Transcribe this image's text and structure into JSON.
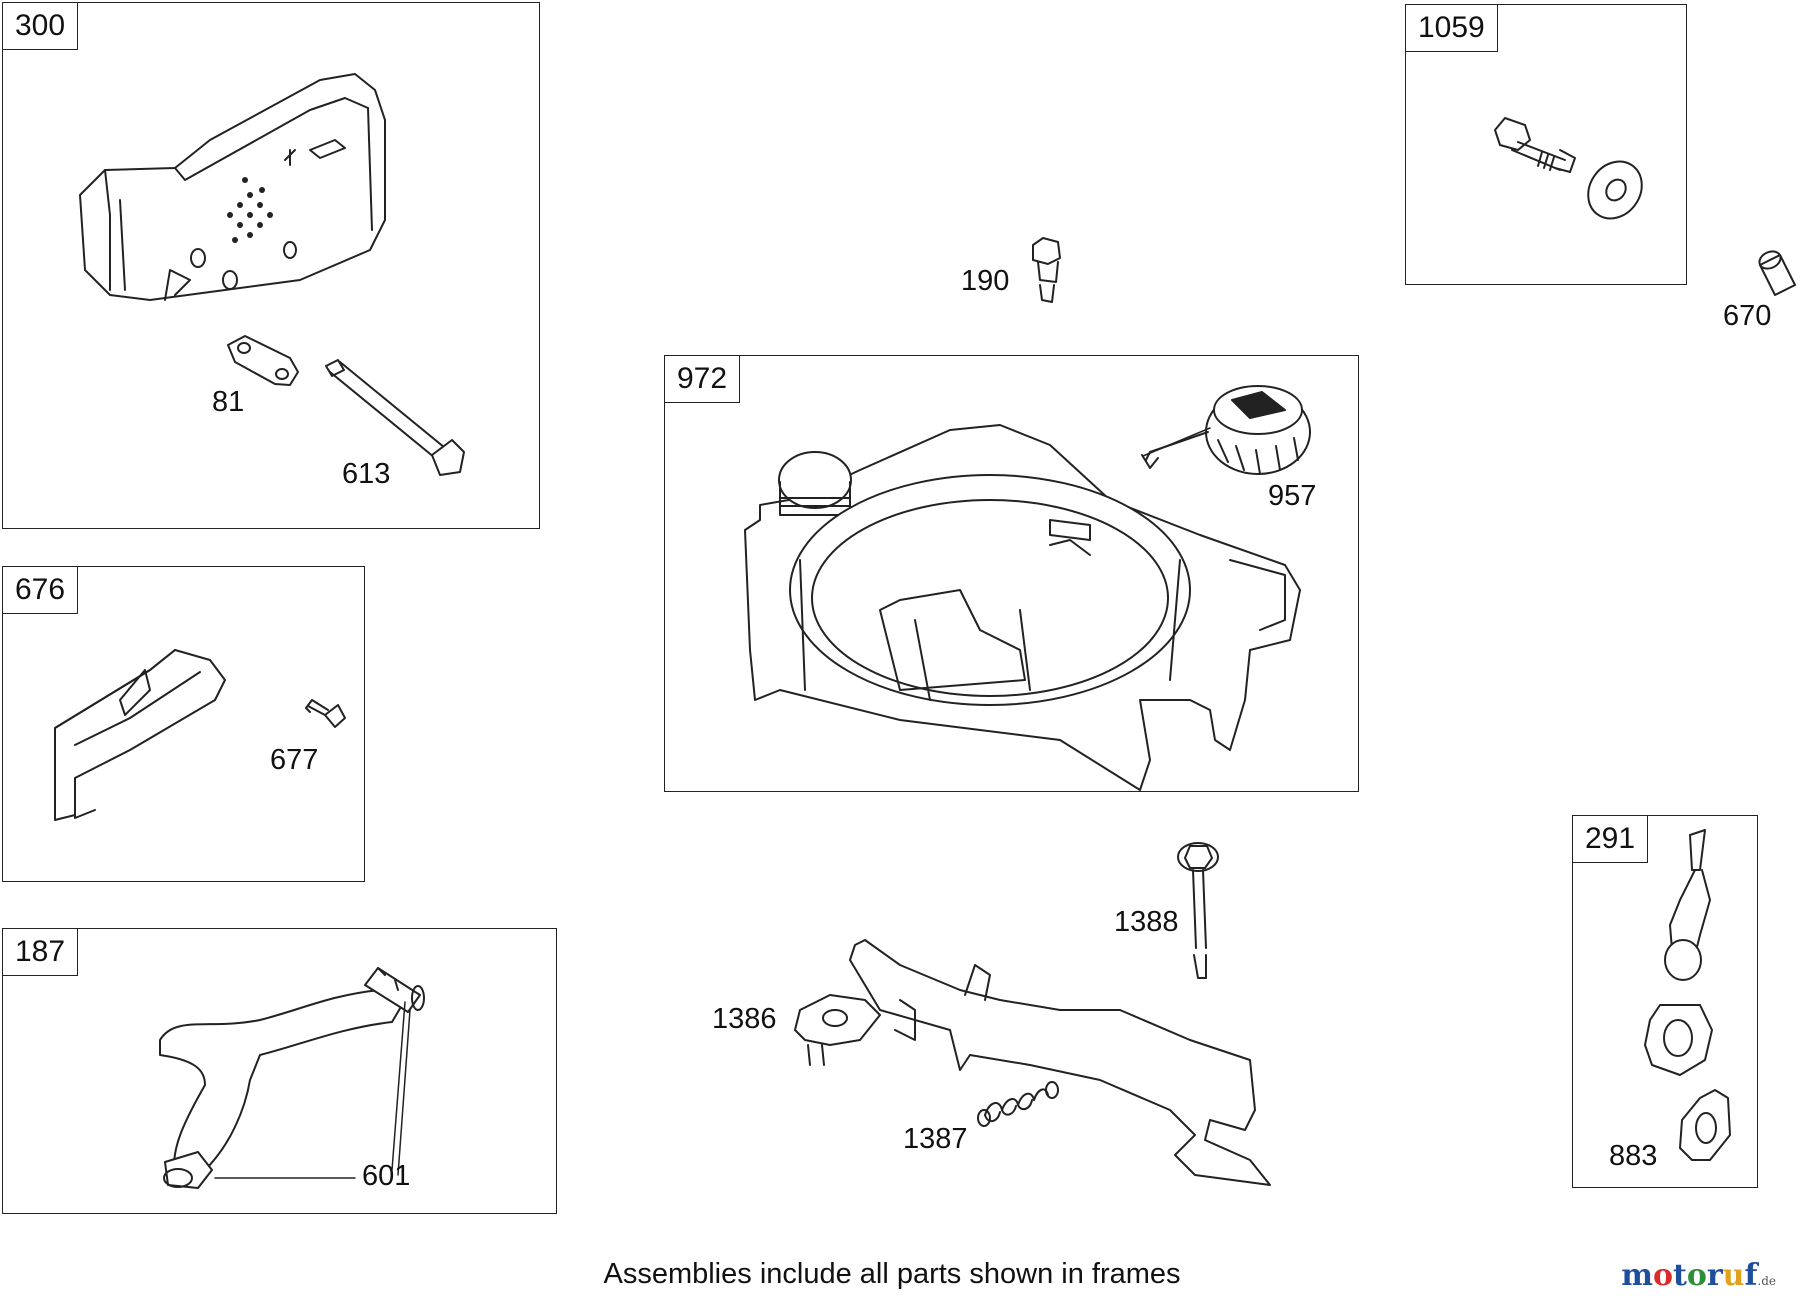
{
  "frames": [
    {
      "id": "300"
    },
    {
      "id": "1059"
    },
    {
      "id": "972"
    },
    {
      "id": "676"
    },
    {
      "id": "187"
    },
    {
      "id": "291"
    }
  ],
  "callouts": {
    "c81": "81",
    "c613": "613",
    "c190": "190",
    "c670": "670",
    "c957": "957",
    "c677": "677",
    "c601": "601",
    "c1388": "1388",
    "c1386": "1386",
    "c1387": "1387",
    "c883": "883"
  },
  "caption": "Assemblies include all parts shown in frames",
  "logo": {
    "parts": [
      {
        "text": "m",
        "color": "#1f4e9c"
      },
      {
        "text": "o",
        "color": "#d92b2b"
      },
      {
        "text": "t",
        "color": "#1f4e9c"
      },
      {
        "text": "o",
        "color": "#2b8f3a"
      },
      {
        "text": "r",
        "color": "#1f4e9c"
      },
      {
        "text": "u",
        "color": "#e0a21a"
      },
      {
        "text": "f",
        "color": "#1f4e9c"
      }
    ],
    "suffix": ".de"
  }
}
